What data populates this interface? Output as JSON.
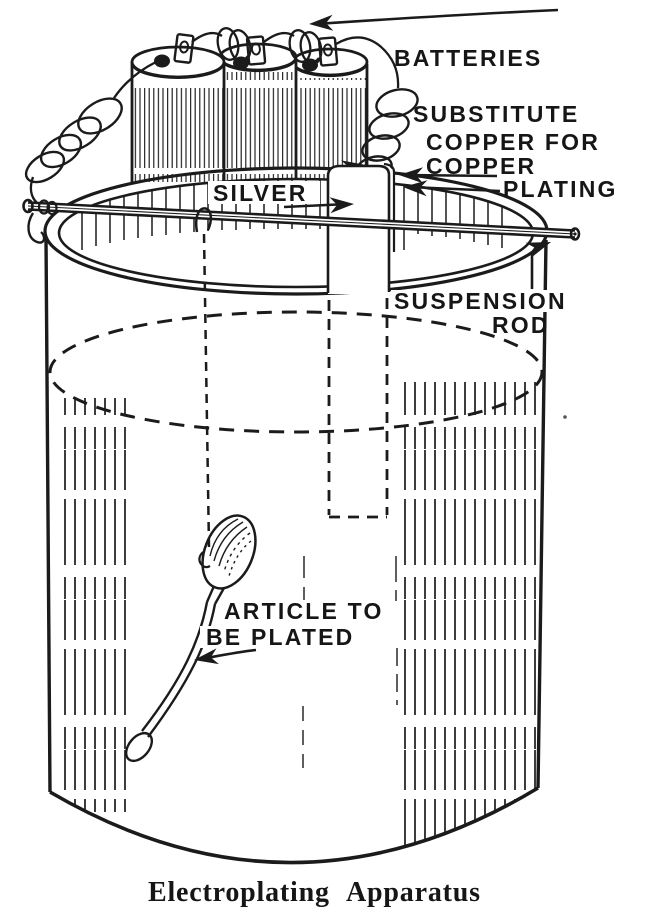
{
  "figure": {
    "caption": "Electroplating Apparatus",
    "ink_color": "#1b1b1b",
    "background_color": "#ffffff",
    "labels": {
      "batteries": "BATTERIES",
      "substitute_1": "SUBSTITUTE",
      "substitute_2": "COPPER FOR",
      "substitute_3": "COPPER",
      "substitute_4": "PLATING",
      "silver": "SILVER",
      "suspension_1": "SUSPENSION",
      "suspension_2": "ROD",
      "article_1": "ARTICLE TO",
      "article_2": "BE PLATED"
    }
  }
}
